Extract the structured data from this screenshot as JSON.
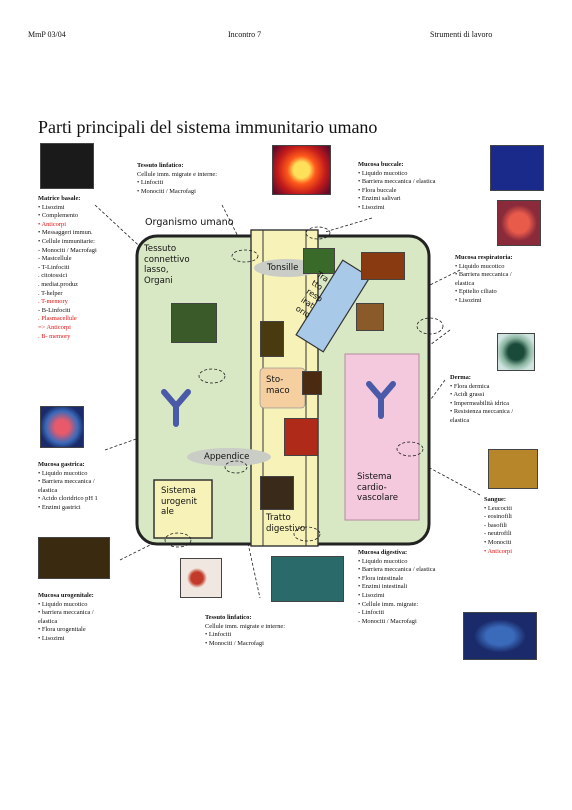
{
  "header": {
    "left": "MmP 03/04",
    "center": "Incontro 7",
    "right": "Strumenti di lavoro"
  },
  "title": "Parti principali del sistema immunitario umano",
  "diagram": {
    "organismo": "Organismo umano",
    "tessuto": [
      "Tessuto",
      "connettivo",
      "lasso,",
      "Organi"
    ],
    "tonsille": "Tonsille",
    "tratto_resp": [
      "Tra",
      "tto",
      "resp",
      "irat",
      "orio"
    ],
    "stomaco": [
      "Sto-",
      "maco"
    ],
    "appendice": "Appendice",
    "sistema_urogenitale": [
      "Sistema",
      "urogenit",
      "ale"
    ],
    "tratto_digestivo": [
      "Tratto",
      "digestivo"
    ],
    "sistema_cardio": [
      "Sistema",
      "cardio-",
      "vascolare"
    ]
  },
  "blocks": {
    "matrice": {
      "title": "Matrice basale:",
      "items": [
        {
          "t": "• Lisozimi"
        },
        {
          "t": "• Complemento"
        },
        {
          "t": "• Anticorpi",
          "red": true
        },
        {
          "t": "• Messaggeri immun."
        },
        {
          "t": "• Cellule immunitarie:"
        },
        {
          "t": "- Monociti / Macrofagi"
        },
        {
          "t": "- Mastcellule"
        },
        {
          "t": "- T-Linfociti"
        },
        {
          "t": ". citotossici"
        },
        {
          "t": ". mediat.produz"
        },
        {
          "t": ". T-helper"
        },
        {
          "t": ". T-memory",
          "red": true
        },
        {
          "t": "- B-Linfociti"
        },
        {
          "t": ". Plasmacellule",
          "red": true
        },
        {
          "t": "=> Anticorpi",
          "red": true
        },
        {
          "t": ". B- memory",
          "red": true
        }
      ]
    },
    "tessuto_top": {
      "title": "Tessuto linfatico:",
      "items": [
        {
          "t": "Cellule imm. migrate e interne:"
        },
        {
          "t": "• Linfociti"
        },
        {
          "t": "• Monociti / Macrofagi"
        }
      ]
    },
    "mucosa_buccale": {
      "title": "Mucosa buccale:",
      "items": [
        {
          "t": "• Liquido mucotico"
        },
        {
          "t": "• Barriera meccanica / elastica"
        },
        {
          "t": "• Flora buccale"
        },
        {
          "t": "• Enzimi salivari"
        },
        {
          "t": "• Lisozimi"
        }
      ]
    },
    "mucosa_resp": {
      "title": "Mucosa respiratoria:",
      "items": [
        {
          "t": "• Liquido mucotico"
        },
        {
          "t": "• Barriera meccanica /"
        },
        {
          "t": "  elastica"
        },
        {
          "t": "• Epitelio ciliato"
        },
        {
          "t": "• Lisozimi"
        }
      ]
    },
    "derma": {
      "title": "Derma:",
      "items": [
        {
          "t": "• Flora dermica"
        },
        {
          "t": "• Acidi grassi"
        },
        {
          "t": "• Impermeabilità idrica"
        },
        {
          "t": "• Resistenza meccanica /"
        },
        {
          "t": "  elastica"
        }
      ]
    },
    "sangue": {
      "title": "Sangue:",
      "items": [
        {
          "t": "• Leucociti"
        },
        {
          "t": "- eosinofili"
        },
        {
          "t": "- basofili"
        },
        {
          "t": "- neutrofili"
        },
        {
          "t": "• Monociti"
        },
        {
          "t": "• Anticorpi",
          "red": true
        }
      ]
    },
    "mucosa_gastrica": {
      "title": "Mucosa gastrica:",
      "items": [
        {
          "t": "• Liquido mucotico"
        },
        {
          "t": "• Barriera meccanica /"
        },
        {
          "t": "  elastica"
        },
        {
          "t": "• Acido cloridrico pH 1"
        },
        {
          "t": "• Enzimi gastrici"
        }
      ]
    },
    "mucosa_urogenitale": {
      "title": "Mucosa urogenitale:",
      "items": [
        {
          "t": "• Liquido mucotico"
        },
        {
          "t": "• barriera meccanica /"
        },
        {
          "t": "  elastica"
        },
        {
          "t": "• Flora urogenitale"
        },
        {
          "t": "• Lisozimi"
        }
      ]
    },
    "tessuto_bottom": {
      "title": "Tessuto linfatico:",
      "items": [
        {
          "t": "Cellule imm. migrate e interne:"
        },
        {
          "t": "• Linfociti"
        },
        {
          "t": "• Monociti / Macrofagi"
        }
      ]
    },
    "mucosa_digestiva": {
      "title": "Mucosa digestiva:",
      "items": [
        {
          "t": "• Liquido mucotico"
        },
        {
          "t": "• Barriera meccanica / elastica"
        },
        {
          "t": "• Flora intestinale"
        },
        {
          "t": "• Enzimi intestinali"
        },
        {
          "t": "• Lisozimi"
        },
        {
          "t": "• Cellule imm. migrate:"
        },
        {
          "t": "- Linfociti"
        },
        {
          "t": "- Monociti / Macrofagi"
        }
      ]
    }
  },
  "colors": {
    "body_fill": "#d9e8c4",
    "tract_fill": "#f7f3b8",
    "resp_fill": "#a9c9e8",
    "stomach_fill": "#f5cfa0",
    "cardio_fill": "#f4c9de",
    "oval_fill": "#c9cdc6",
    "accent_red": "#d11"
  }
}
